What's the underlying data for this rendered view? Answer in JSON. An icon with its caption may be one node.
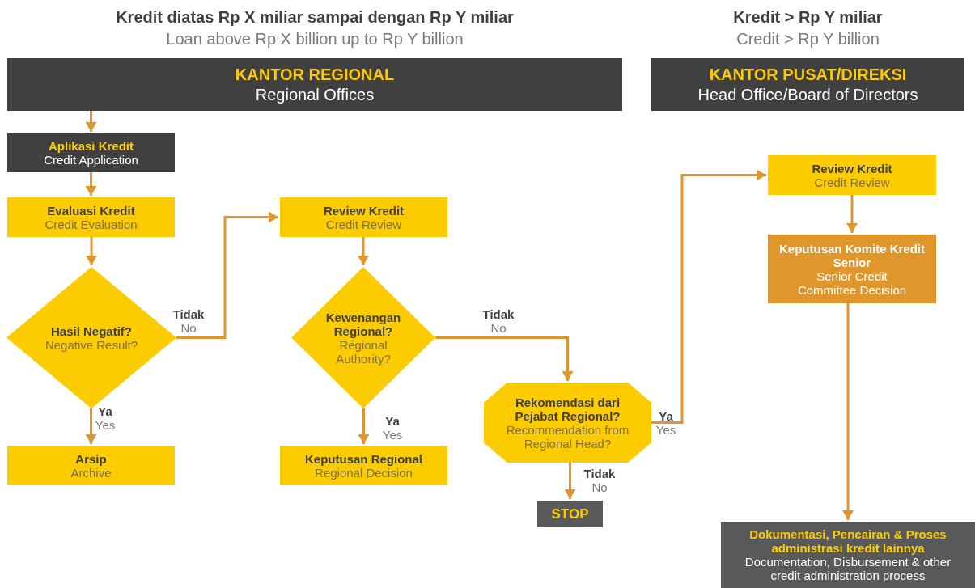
{
  "diagram": {
    "nodes": [
      {
        "text": [
          "KANTOR REGIONAL",
          "Regional Offices"
        ],
        "beside": [
          "Kredit diatas Rp X miliar sampai dengan Rp Y miliar",
          "Loan above Rp X billion up to Rp Y billion"
        ]
      },
      {
        "text": [
          "KANTOR PUSAT/DIREKSI",
          "Head Office/Board of Directors"
        ],
        "beside": [
          "Kredit > Rp Y miliar",
          "Credit > Rp Y billion"
        ]
      },
      {
        "text": [
          "Aplikasi Kredit",
          "Credit Application"
        ]
      },
      {
        "text": [
          "Evaluasi Kredit",
          "Credit Evaluation"
        ]
      },
      {
        "text": [
          "Hasil Negatif?",
          "Negative Result?"
        ]
      },
      {
        "text": [
          "Arsip",
          "Archive"
        ]
      },
      {
        "text": [
          "Review Kredit",
          "Credit Review"
        ]
      },
      {
        "text": [
          "Kewenangan Regional?",
          "Regional Authority?"
        ]
      },
      {
        "text": [
          "Keputusan Regional",
          "Regional Decision"
        ]
      },
      {
        "text": [
          "Rekomendasi dari Pejabat Regional?",
          "Recommendation from Regional Head?"
        ]
      },
      {
        "text": [
          "STOP"
        ]
      },
      {
        "text": [
          "Review Kredit",
          "Credit Review"
        ]
      },
      {
        "text": [
          "Keputusan Komite Kredit Senior",
          "Senior Credit Committee Decision"
        ]
      },
      {
        "text": [
          "Dokumentasi, Pencairan & Proses administrasi kredit lainnya",
          "Documentation, Disbursement & other credit administration process"
        ]
      }
    ],
    "edges": [
      {
        "from": 0,
        "to": 2,
        "arrow": "to"
      },
      {
        "from": 2,
        "to": 3,
        "arrow": "to"
      },
      {
        "from": 3,
        "to": 4,
        "arrow": "to"
      },
      {
        "from": 4,
        "to": 5,
        "arrow": "to",
        "label": "**Ya** Yes"
      },
      {
        "from": 4,
        "to": 6,
        "arrow": "to",
        "label": "**Tidak** No"
      },
      {
        "from": 6,
        "to": 7,
        "arrow": "to"
      },
      {
        "from": 7,
        "to": 8,
        "arrow": "to",
        "label": "**Ya** Yes"
      },
      {
        "from": 7,
        "to": 9,
        "arrow": "to",
        "label": "**Tidak** No"
      },
      {
        "from": 9,
        "to": 10,
        "arrow": "to",
        "label": "**Tidak** No"
      },
      {
        "from": 9,
        "to": 11,
        "arrow": "to",
        "label": "**Ya** Yes"
      },
      {
        "from": 11,
        "to": 12,
        "arrow": "to"
      },
      {
        "from": 12,
        "to": 13,
        "arrow": "to"
      }
    ]
  }
}
